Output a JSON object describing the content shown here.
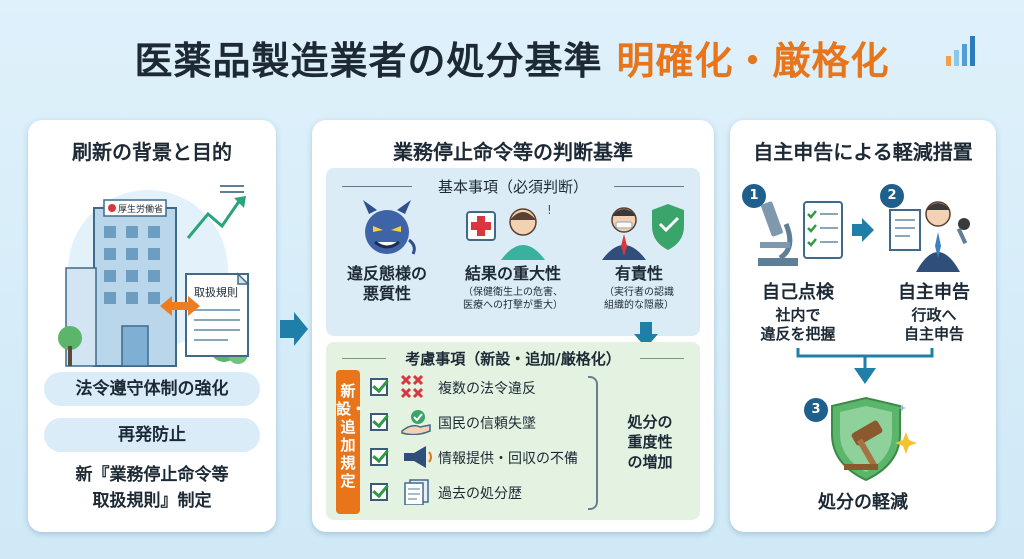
{
  "title": {
    "main": "医薬品製造業者の処分基準",
    "accent": "明確化・厳格化"
  },
  "colors": {
    "accent": "#e8751a",
    "navy": "#1e5f8c",
    "teal": "#1f7fa8",
    "light_blue": "#dcecf7",
    "light_green": "#e4f3e1"
  },
  "panel_left": {
    "title": "刷新の背景と目的",
    "building_sign": "厚生労働省",
    "document_label": "取扱規則",
    "pill_1": "法令遵守体制の強化",
    "pill_2": "再発防止",
    "rule_line_1": "新『業務停止命令等",
    "rule_line_2": "取扱規則』制定"
  },
  "panel_center": {
    "title": "業務停止命令等の判断基準",
    "basic": {
      "heading": "基本事項（必須判断）",
      "items": [
        {
          "icon": "devil-icon",
          "label": "違反態様の\n悪質性",
          "sub": ""
        },
        {
          "icon": "nurse-icon",
          "label": "結果の重大性",
          "sub": "（保健衛生上の危害、\n医療への打撃が重大）"
        },
        {
          "icon": "executive-shield-icon",
          "label": "有責性",
          "sub": "（実行者の認識\n組織的な隠蔽）"
        }
      ]
    },
    "consider": {
      "heading": "考慮事項（新設・追加/厳格化）",
      "tag": "新設・追加規定",
      "items": [
        {
          "icon": "multiple-x-icon",
          "text": "複数の法令違反"
        },
        {
          "icon": "trust-hand-icon",
          "text": "国民の信頼失墜"
        },
        {
          "icon": "megaphone-icon",
          "text": "情報提供・回収の不備"
        },
        {
          "icon": "documents-icon",
          "text": "過去の処分歴"
        }
      ],
      "result": "処分の\n重度性\nの増加"
    }
  },
  "panel_right": {
    "title": "自主申告による軽減措置",
    "steps": [
      {
        "num": "1",
        "icon": "microscope-checklist-icon",
        "label": "自己点検",
        "desc": "社内で\n違反を把握"
      },
      {
        "num": "2",
        "icon": "person-microphone-icon",
        "label": "自主申告",
        "desc": "行政へ\n自主申告"
      },
      {
        "num": "3",
        "icon": "gavel-shield-icon",
        "label": "処分の軽減",
        "desc": ""
      }
    ]
  }
}
